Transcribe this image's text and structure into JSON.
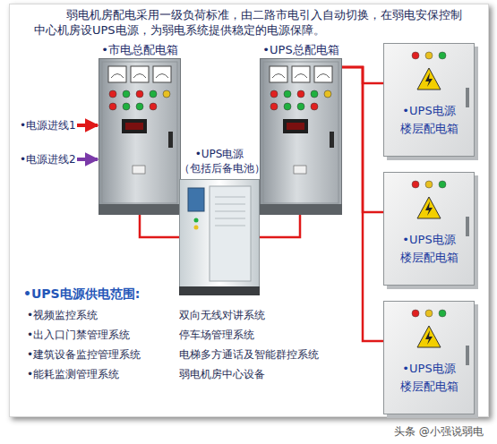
{
  "diagram": {
    "title": "弱电机房配电采用一级负荷标准，由二路市电引入自动切换，在弱电安保控制中心机房设UPS电源，为弱电系统提供稳定的电源保障。",
    "nodes": [
      {
        "text": [
          "•市电总配电箱"
        ]
      },
      {
        "text": [
          "•UPS电源",
          "（包括后备电池）"
        ]
      },
      {
        "text": [
          "•UPS总配电箱"
        ]
      },
      {
        "text": [
          "•UPS电源",
          "楼层配电箱"
        ]
      },
      {
        "text": [
          "•UPS电源",
          "楼层配电箱"
        ]
      },
      {
        "text": [
          "•UPS电源",
          "楼层配电箱"
        ]
      }
    ],
    "edges": [
      {
        "from": 0,
        "to": 1,
        "arrow": "none"
      },
      {
        "from": 1,
        "to": 2,
        "arrow": "none"
      },
      {
        "from": 2,
        "to": 3,
        "arrow": "none"
      },
      {
        "from": 2,
        "to": 4,
        "arrow": "none"
      },
      {
        "from": 2,
        "to": 5,
        "arrow": "none"
      }
    ],
    "labels": [
      "•电源进线1",
      "•电源进线2",
      "•UPS电源供电范围:",
      "•视频监控系统",
      "•出入口门禁管理系统",
      "•建筑设备监控管理系统",
      "•能耗监测管理系统",
      "双向无线对讲系统",
      "停车场管理系统",
      "电梯多方通话及智能群控系统",
      "弱电机房中心设备",
      "头条 @小强说弱电"
    ]
  }
}
